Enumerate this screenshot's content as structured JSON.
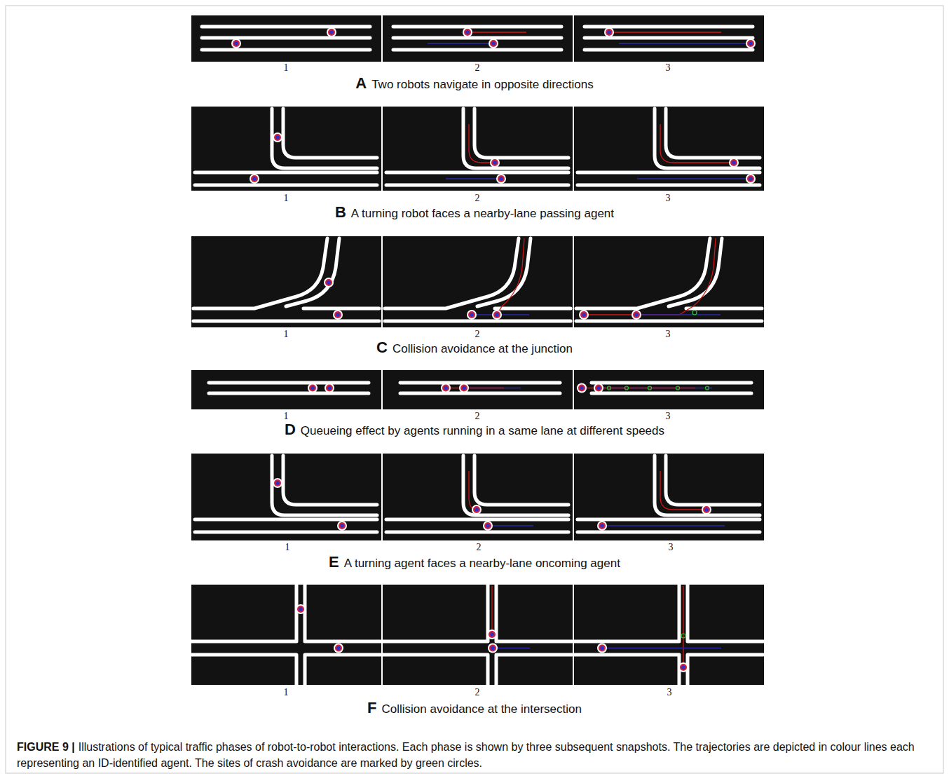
{
  "diagram": {
    "caption": "Illustrations of typical traffic phases of robot-to-robot interactions. Each phase is shown by three subsequent snapshots. The trajectories are depicted in colour lines each representing an ID-identified agent. The sites of crash avoidance are marked by green circles.",
    "labels": [
      "1",
      "2",
      "3",
      "A",
      "Two robots navigate in opposite directions",
      "1",
      "2",
      "3",
      "B",
      "A turning robot faces a nearby-lane passing agent",
      "1",
      "2",
      "3",
      "C",
      "Collision avoidance at the junction",
      "1",
      "2",
      "3",
      "D",
      "Queueing effect by agents running in a same lane at different speeds",
      "1",
      "2",
      "3",
      "E",
      "A turning agent faces a nearby-lane oncoming agent",
      "1",
      "2",
      "3",
      "F",
      "Collision avoidance at the intersection",
      "FIGURE 9 |"
    ]
  }
}
